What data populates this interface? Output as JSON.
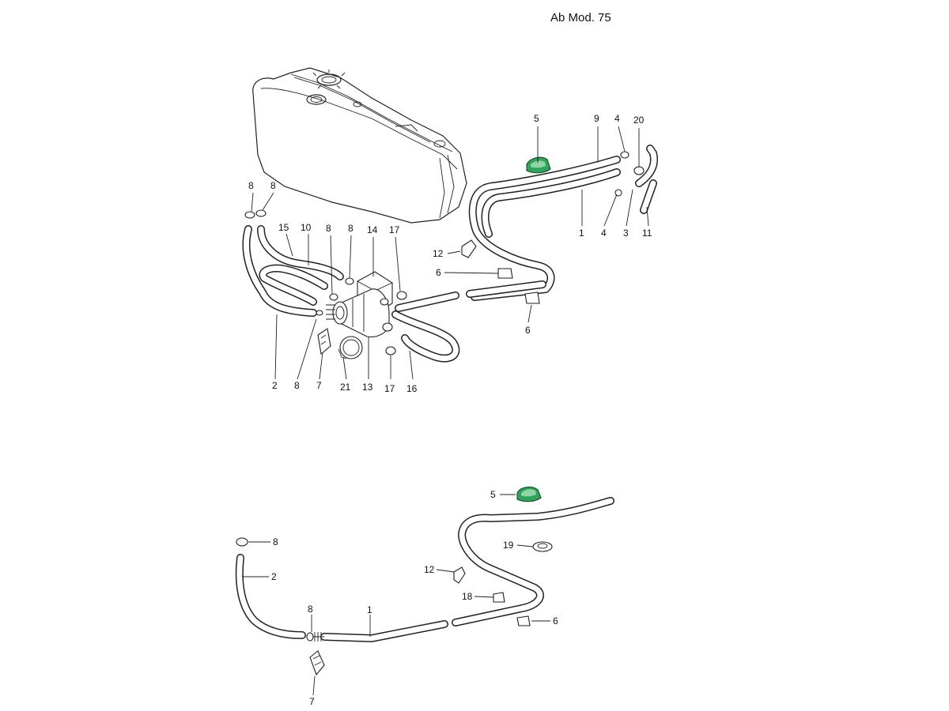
{
  "header": {
    "title": "Ab Mod. 75"
  },
  "callouts_top": [
    {
      "id": "t5",
      "text": "5"
    },
    {
      "id": "t9",
      "text": "9"
    },
    {
      "id": "t4a",
      "text": "4"
    },
    {
      "id": "t20",
      "text": "20"
    },
    {
      "id": "t1",
      "text": "1"
    },
    {
      "id": "t4b",
      "text": "4"
    },
    {
      "id": "t3",
      "text": "3"
    },
    {
      "id": "t11",
      "text": "11"
    },
    {
      "id": "t8a",
      "text": "8"
    },
    {
      "id": "t8b",
      "text": "8"
    },
    {
      "id": "t15",
      "text": "15"
    },
    {
      "id": "t10",
      "text": "10"
    },
    {
      "id": "t8c",
      "text": "8"
    },
    {
      "id": "t8d",
      "text": "8"
    },
    {
      "id": "t14",
      "text": "14"
    },
    {
      "id": "t17a",
      "text": "17"
    },
    {
      "id": "t12",
      "text": "12"
    },
    {
      "id": "t6a",
      "text": "6"
    },
    {
      "id": "t6b",
      "text": "6"
    },
    {
      "id": "t2",
      "text": "2"
    },
    {
      "id": "t8e",
      "text": "8"
    },
    {
      "id": "t7",
      "text": "7"
    },
    {
      "id": "t21",
      "text": "21"
    },
    {
      "id": "t13",
      "text": "13"
    },
    {
      "id": "t17b",
      "text": "17"
    },
    {
      "id": "t16",
      "text": "16"
    }
  ],
  "callouts_bottom": [
    {
      "id": "b5",
      "text": "5"
    },
    {
      "id": "b8a",
      "text": "8"
    },
    {
      "id": "b19",
      "text": "19"
    },
    {
      "id": "b2",
      "text": "2"
    },
    {
      "id": "b12",
      "text": "12"
    },
    {
      "id": "b18",
      "text": "18"
    },
    {
      "id": "b8b",
      "text": "8"
    },
    {
      "id": "b1",
      "text": "1"
    },
    {
      "id": "b6",
      "text": "6"
    },
    {
      "id": "b7",
      "text": "7"
    }
  ],
  "colors": {
    "highlight": "#2fa35a",
    "ink": "#222222",
    "paper": "#ffffff"
  }
}
